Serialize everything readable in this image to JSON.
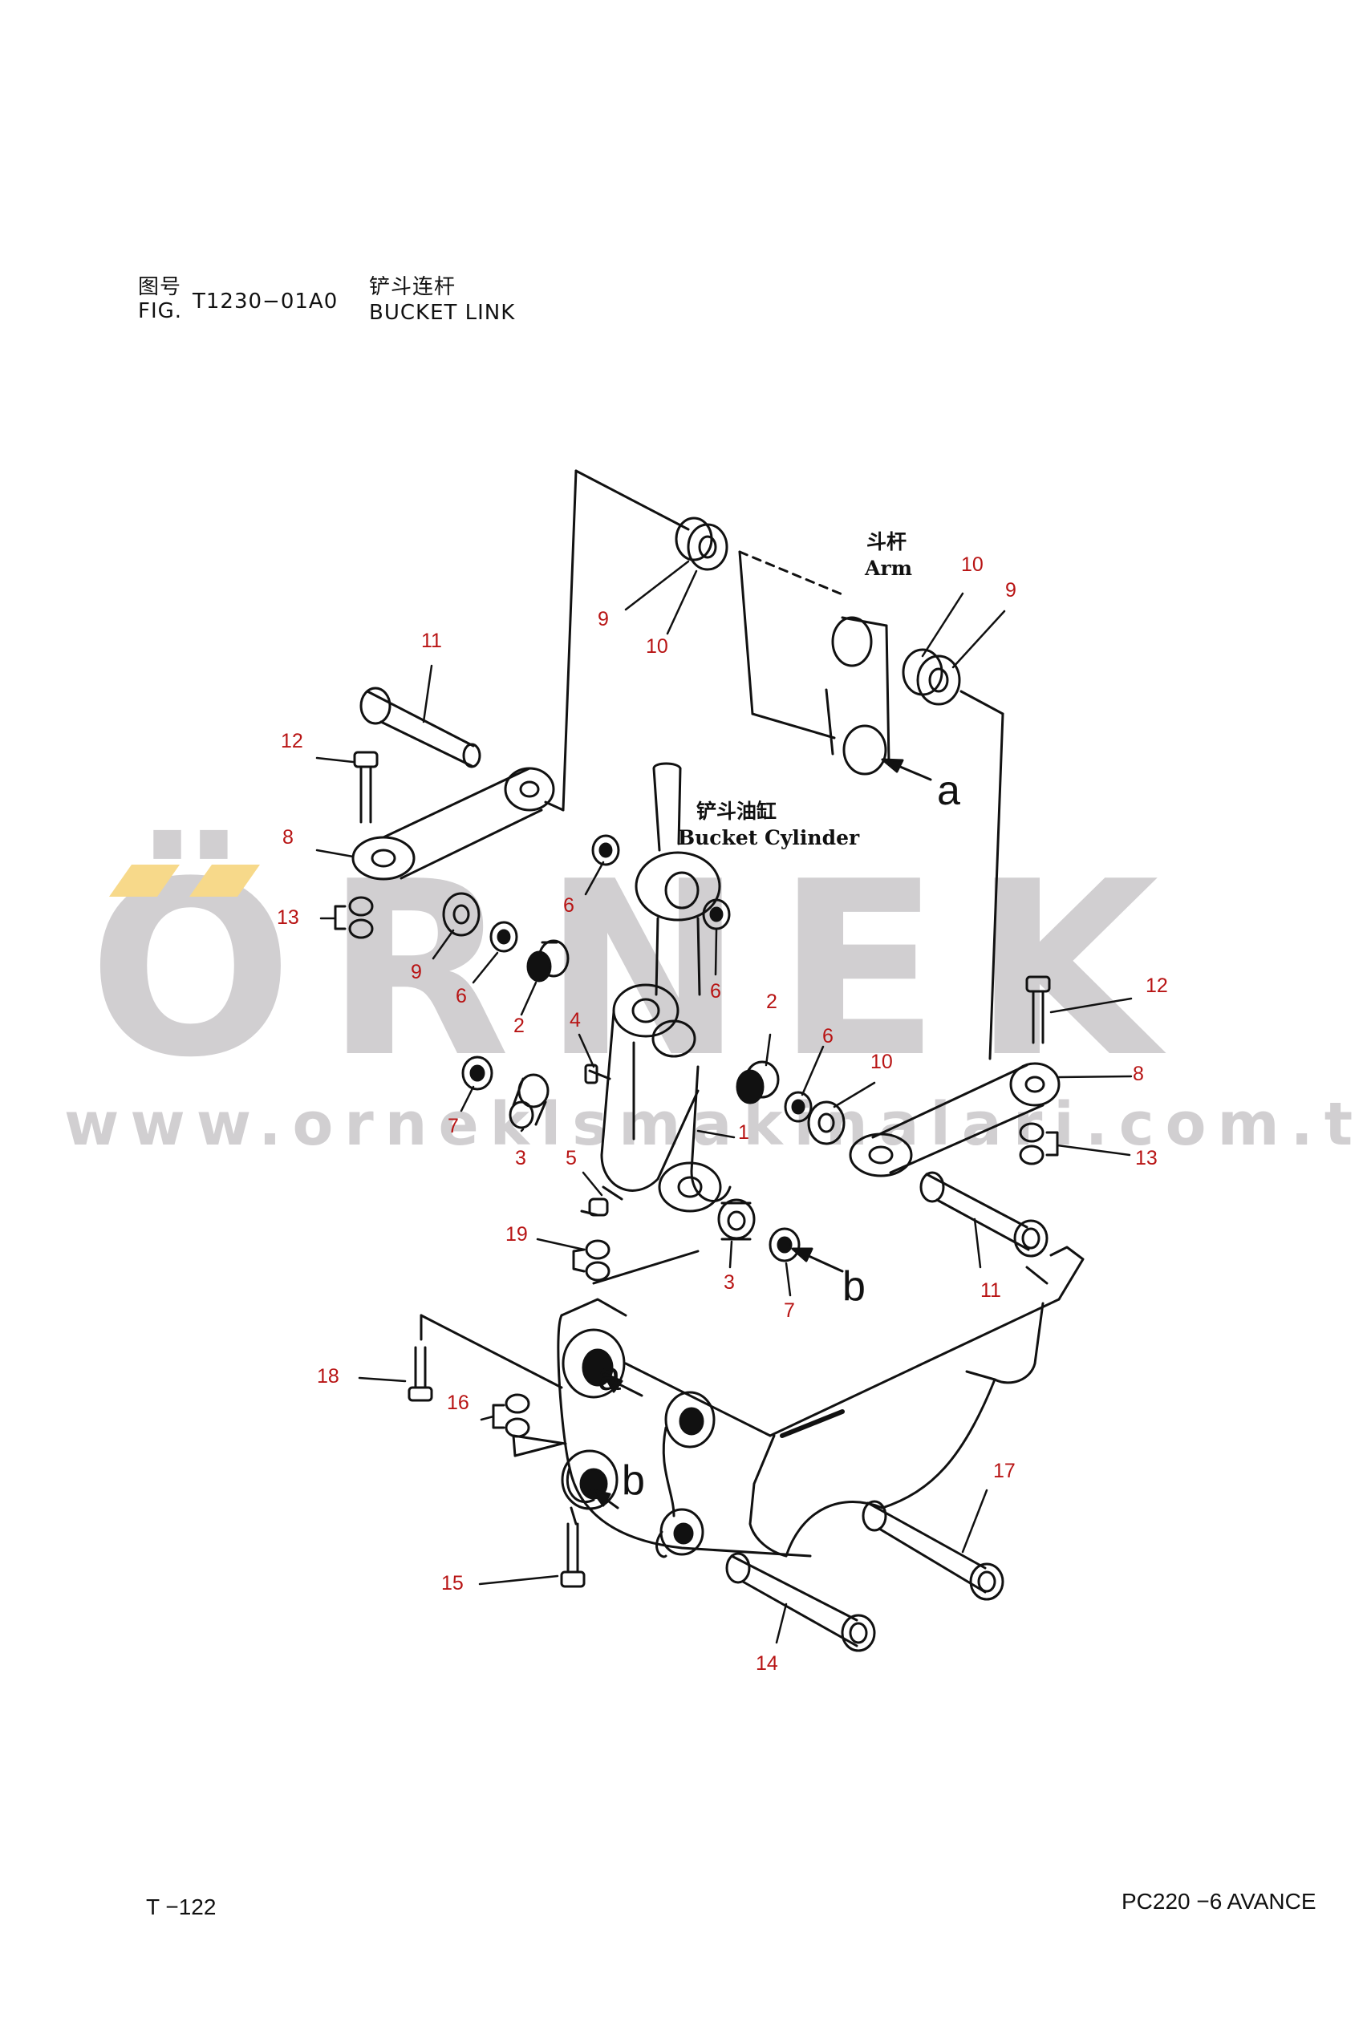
{
  "header": {
    "fig_cn": "图号",
    "fig_en": "FIG.",
    "fig_code": "T1230−01A0",
    "title_cn": "铲斗连杆",
    "title_en": "BUCKET LINK"
  },
  "captions": {
    "arm_cn": "斗杆",
    "arm_en": "Arm",
    "cylinder_cn": "铲斗油缸",
    "cylinder_en": "Bucket Cylinder"
  },
  "watermark": {
    "brand": "ÖRNEK",
    "url": "www.orneklsmakinalari.com.tr",
    "accent_color": "#f7d98a"
  },
  "callouts": [
    {
      "id": "c9a",
      "label": "9"
    },
    {
      "id": "c10a",
      "label": "10"
    },
    {
      "id": "c10b",
      "label": "10"
    },
    {
      "id": "c9b",
      "label": "9"
    },
    {
      "id": "c11a",
      "label": "11"
    },
    {
      "id": "c12a",
      "label": "12"
    },
    {
      "id": "c8a",
      "label": "8"
    },
    {
      "id": "c6a",
      "label": "6"
    },
    {
      "id": "c13a",
      "label": "13"
    },
    {
      "id": "c9c",
      "label": "9"
    },
    {
      "id": "c6b",
      "label": "6"
    },
    {
      "id": "c2a",
      "label": "2"
    },
    {
      "id": "c6c",
      "label": "6"
    },
    {
      "id": "c4",
      "label": "4"
    },
    {
      "id": "c2b",
      "label": "2"
    },
    {
      "id": "c6d",
      "label": "6"
    },
    {
      "id": "c10c",
      "label": "10"
    },
    {
      "id": "c12b",
      "label": "12"
    },
    {
      "id": "c8b",
      "label": "8"
    },
    {
      "id": "c7a",
      "label": "7"
    },
    {
      "id": "c3a",
      "label": "3"
    },
    {
      "id": "c1",
      "label": "1"
    },
    {
      "id": "c5",
      "label": "5"
    },
    {
      "id": "c13b",
      "label": "13"
    },
    {
      "id": "c11b",
      "label": "11"
    },
    {
      "id": "c19",
      "label": "19"
    },
    {
      "id": "c3b",
      "label": "3"
    },
    {
      "id": "c7b",
      "label": "7"
    },
    {
      "id": "c18",
      "label": "18"
    },
    {
      "id": "c16",
      "label": "16"
    },
    {
      "id": "c17",
      "label": "17"
    },
    {
      "id": "c15",
      "label": "15"
    },
    {
      "id": "c14",
      "label": "14"
    }
  ],
  "letters": {
    "a_arm": "a",
    "b_link": "b",
    "a_bucket": "a",
    "b_bucket": "b"
  },
  "footer": {
    "page": "T −122",
    "model": "PC220 −6 AVANCE"
  }
}
